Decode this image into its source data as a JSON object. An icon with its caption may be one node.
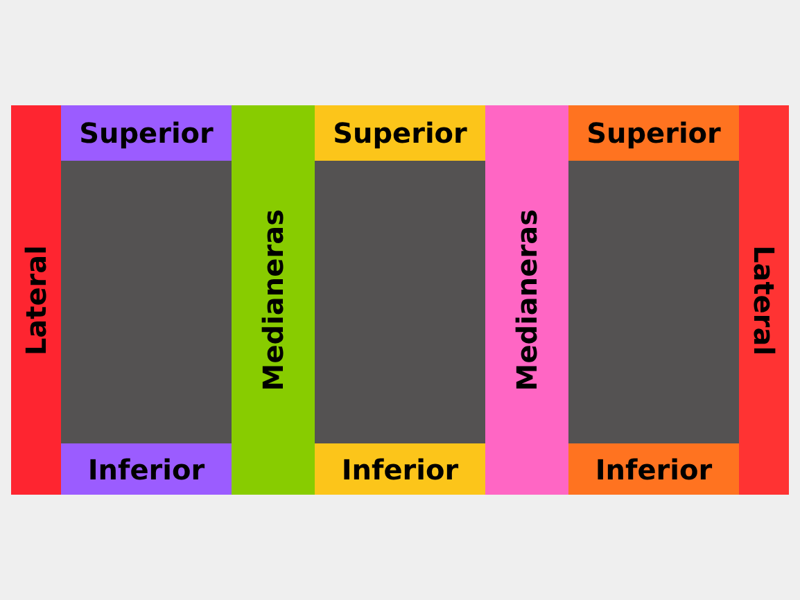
{
  "diagram": {
    "nodes": [
      {
        "text": [
          "Lateral"
        ]
      },
      {
        "text": [
          "Superior"
        ]
      },
      {
        "text": [],
        "shape": "box"
      },
      {
        "text": [
          "Inferior"
        ]
      },
      {
        "text": [
          "Medianeras"
        ]
      },
      {
        "text": [
          "Superior"
        ]
      },
      {
        "text": [],
        "shape": "box"
      },
      {
        "text": [
          "Inferior"
        ]
      },
      {
        "text": [
          "Medianeras"
        ]
      },
      {
        "text": [
          "Superior"
        ]
      },
      {
        "text": [],
        "shape": "box"
      },
      {
        "text": [
          "Inferior"
        ]
      },
      {
        "text": [
          "Lateral"
        ]
      }
    ]
  }
}
